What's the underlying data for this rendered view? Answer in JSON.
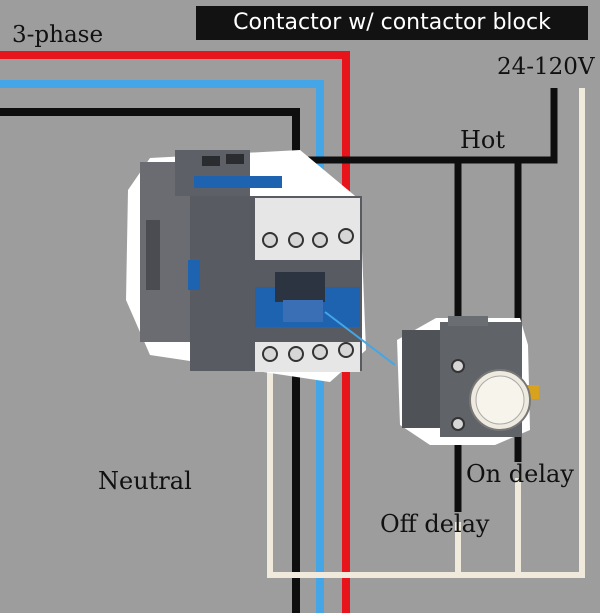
{
  "title": "Contactor w/ contactor block",
  "labels": {
    "three_phase": "3-phase",
    "supply_voltage": "24-120V",
    "hot": "Hot",
    "neutral": "Neutral",
    "on_delay": "On delay",
    "off_delay": "Off delay"
  },
  "colors": {
    "background": "#9d9d9d",
    "phase_red": "#e8141c",
    "phase_blue": "#44a6e6",
    "phase_black": "#0e0e0e",
    "neutral_wire": "#efeadc",
    "contactor_body": "#585b61",
    "contactor_accent": "#1e63b0",
    "timer_knob": "#eeeae0"
  },
  "icons": [
    "contactor-icon",
    "timer-block-icon",
    "terminal-screw-icon",
    "timer-knob-icon"
  ]
}
